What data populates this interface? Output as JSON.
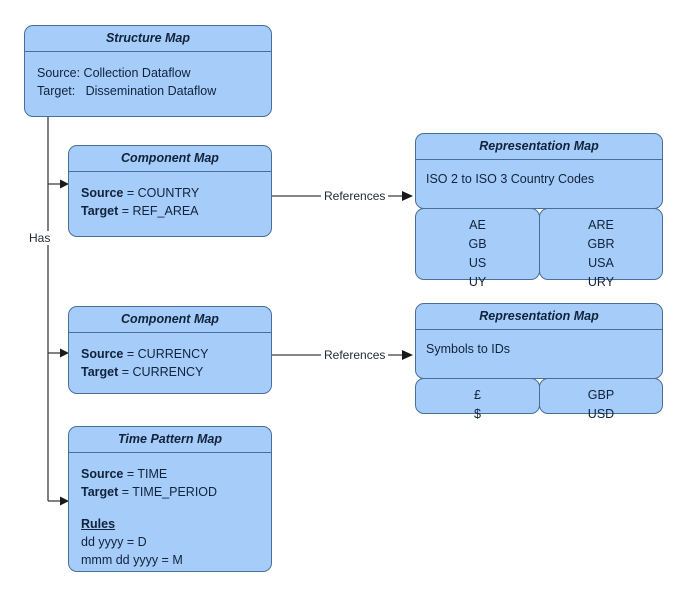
{
  "diagram": {
    "title": "Structure Map relationships",
    "background": "#ffffff",
    "node_fill": "#a6ccfa",
    "node_stroke": "#4a6f96",
    "edge_color": "#3d3d3d"
  },
  "nodes": {
    "structure_map": {
      "header": "Structure Map",
      "lines": [
        "Source: Collection Dataflow",
        "Target:   Dissemination Dataflow"
      ]
    },
    "component_map_country": {
      "header": "Component Map",
      "source_label": "Source",
      "source_value": " = COUNTRY",
      "target_label": "Target",
      "target_value": " = REF_AREA"
    },
    "component_map_currency": {
      "header": "Component Map",
      "source_label": "Source",
      "source_value": " = CURRENCY",
      "target_label": "Target",
      "target_value": " = CURRENCY"
    },
    "time_pattern_map": {
      "header": "Time Pattern Map",
      "source_label": "Source",
      "source_value": " = TIME",
      "target_label": "Target",
      "target_value": " = TIME_PERIOD",
      "rules_title": "Rules",
      "rules": [
        "dd yyyy = D",
        "mmm dd yyyy = M"
      ]
    },
    "representation_map_country": {
      "header": "Representation Map",
      "description": "ISO 2 to ISO 3 Country Codes",
      "left_codes": [
        "AE",
        "GB",
        "US",
        "UY"
      ],
      "right_codes": [
        "ARE",
        "GBR",
        "USA",
        "URY"
      ]
    },
    "representation_map_currency": {
      "header": "Representation Map",
      "description": "Symbols to IDs",
      "left_codes": [
        "£",
        "$"
      ],
      "right_codes": [
        "GBP",
        "USD"
      ]
    }
  },
  "edges": {
    "has_label": "Has",
    "references_label_1": "References",
    "references_label_2": "References"
  }
}
